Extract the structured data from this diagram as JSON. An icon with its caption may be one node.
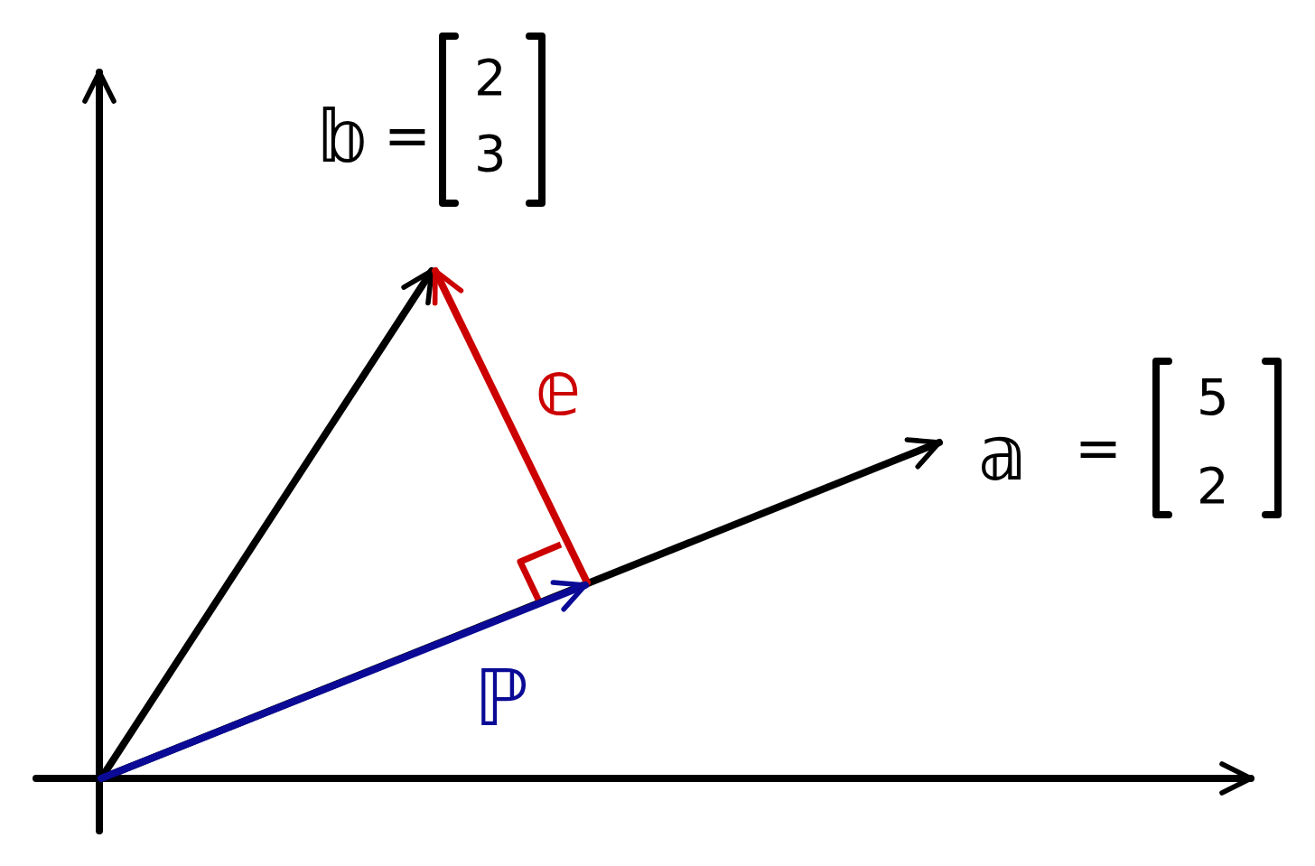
{
  "diagram": {
    "labels": [
      "𝕓",
      "=",
      "2",
      "3",
      "𝕖",
      "𝕒",
      "=",
      "5",
      "2",
      "ℙ"
    ]
  }
}
